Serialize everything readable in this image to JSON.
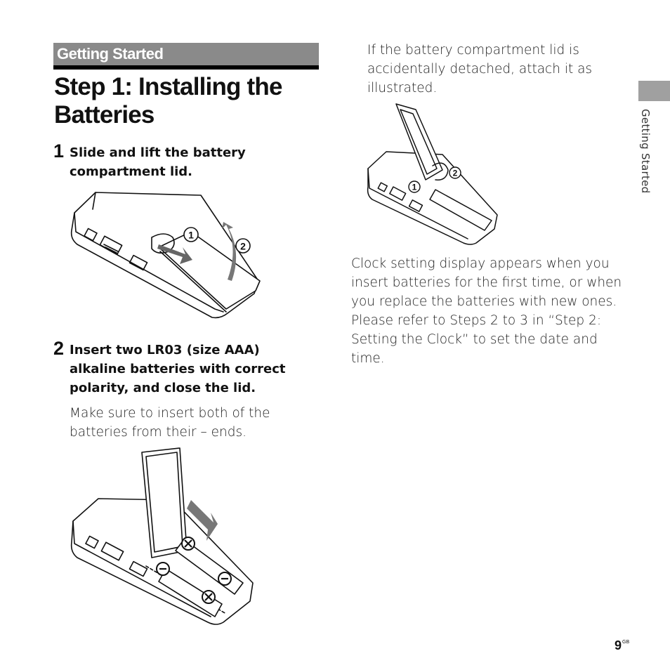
{
  "header": {
    "section": "Getting Started"
  },
  "title": "Step 1: Installing the Batteries",
  "steps": [
    {
      "number": "1",
      "heading": "Slide and lift the battery compartment lid."
    },
    {
      "number": "2",
      "heading": "Insert two LR03 (size AAA) alkaline batteries with correct polarity, and close the lid.",
      "note": "Make sure to insert both of the batteries from their – ends."
    }
  ],
  "right": {
    "lid_note": "If the battery compartment lid is accidentally detached, attach it as illustrated.",
    "clock_note": "Clock setting display appears when you insert batteries for the first time, or when you replace the batteries with new ones. Please refer to Steps 2 to 3 in “Step 2: Setting the Clock” to set the date and time."
  },
  "callouts": {
    "one": "1",
    "two": "2"
  },
  "side_tab": {
    "label": "Getting Started"
  },
  "footer": {
    "page": "9",
    "suffix": "GB"
  }
}
